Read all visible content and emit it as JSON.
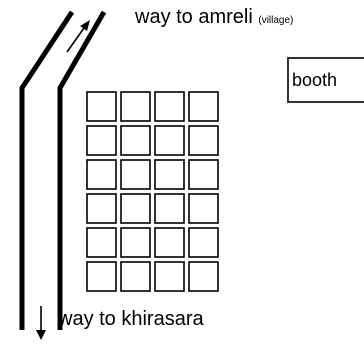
{
  "labels": {
    "top_main": "way to amreli",
    "top_note": "(village)",
    "booth": "booth",
    "bottom": "way to khirasara"
  },
  "grid": {
    "columns": 4,
    "rows": 6
  },
  "icons": {
    "up_arrow": "diagonal-up-arrow-icon",
    "down_arrow": "down-arrow-icon"
  }
}
